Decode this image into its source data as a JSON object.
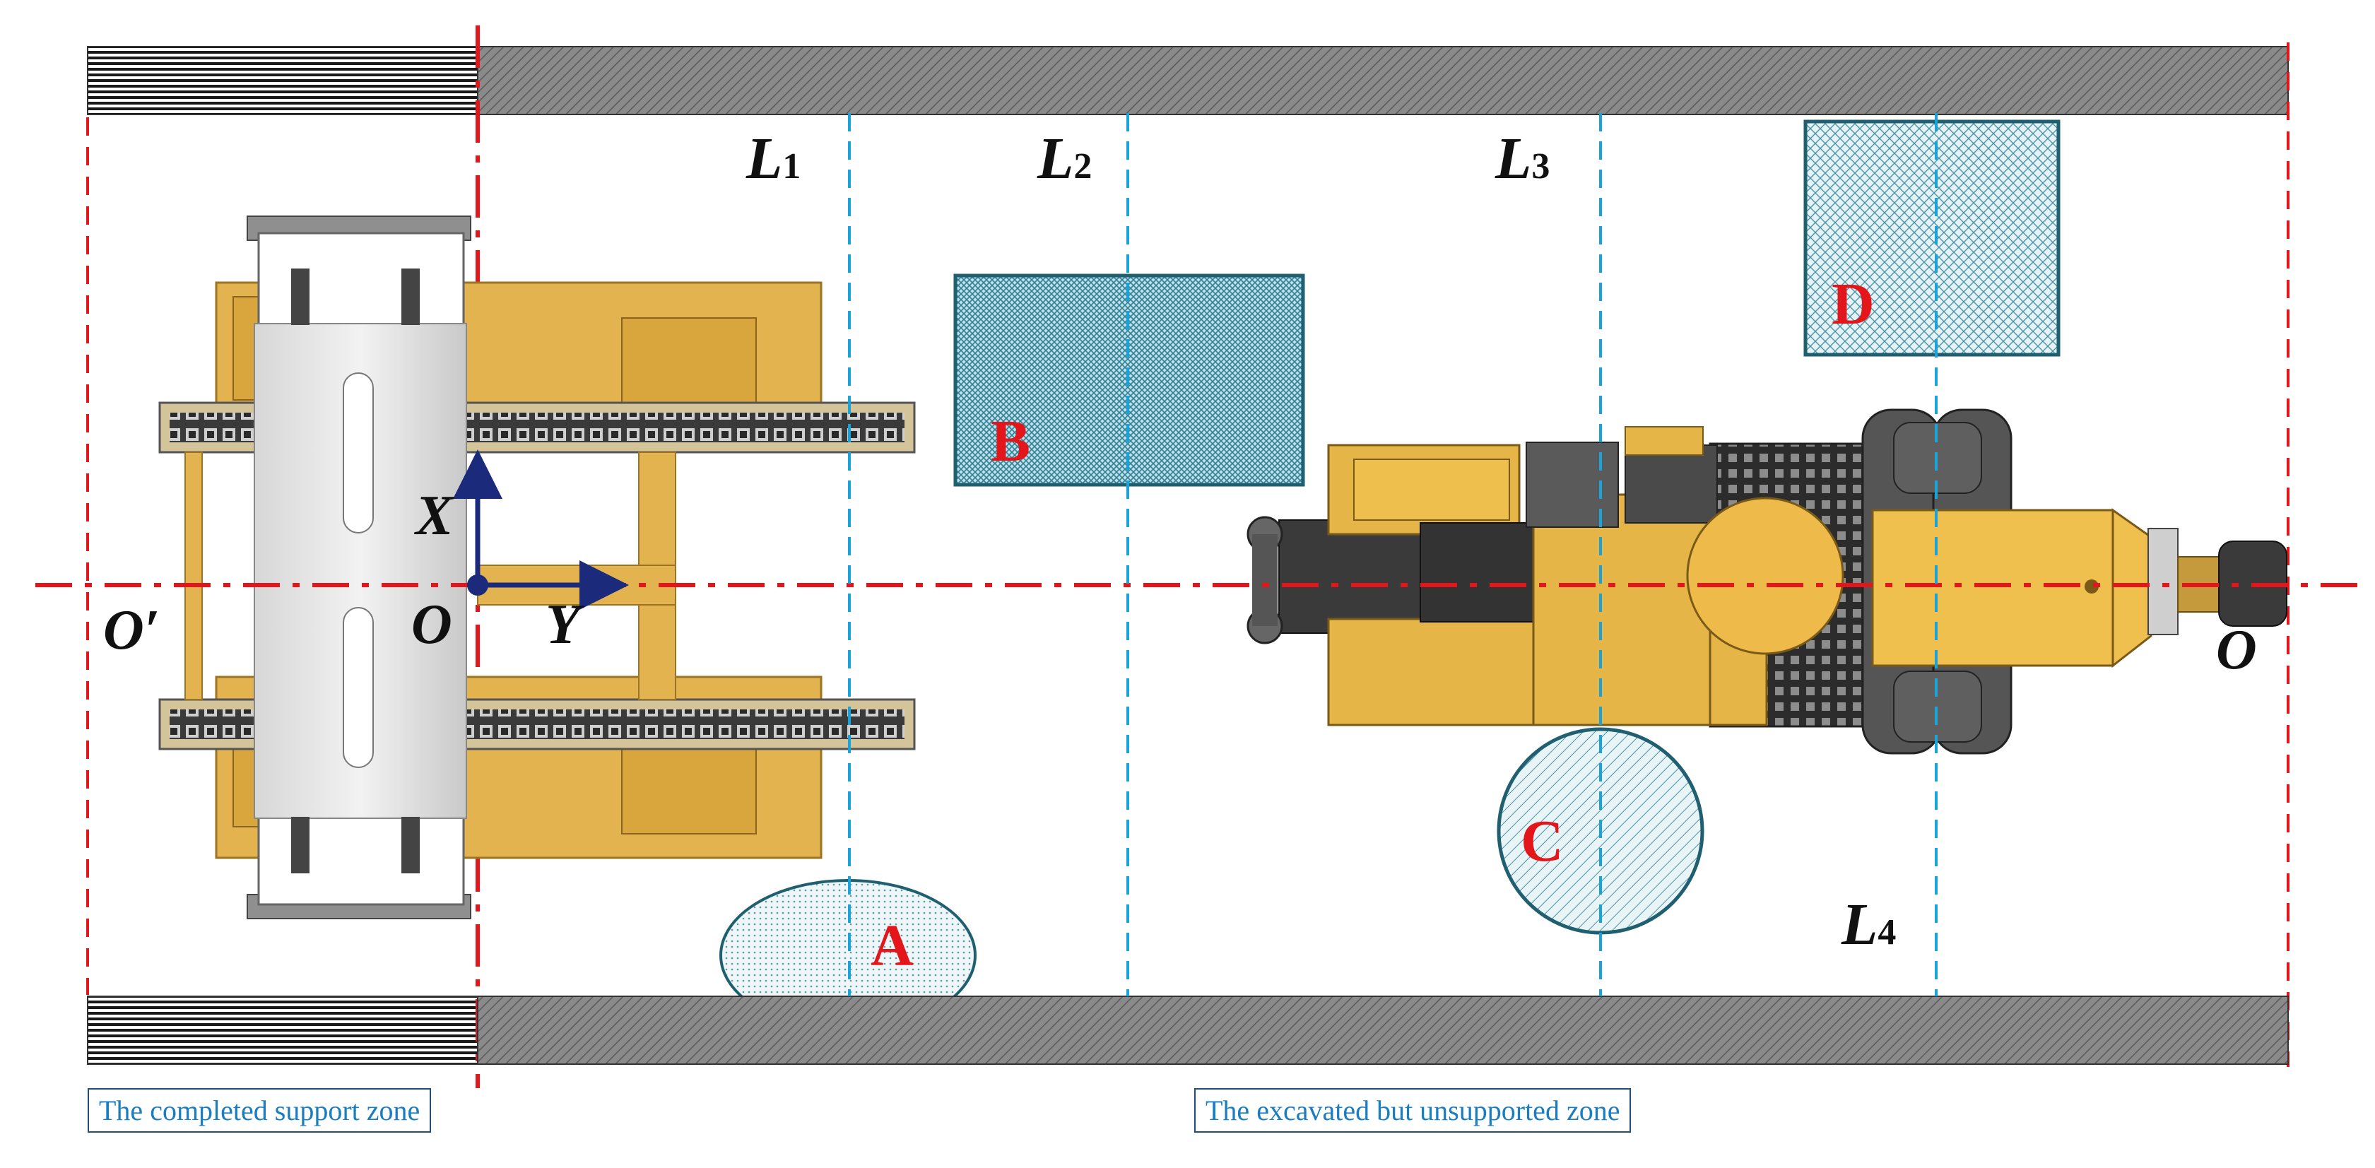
{
  "diagram": {
    "line_labels": [
      {
        "main": "L",
        "sub": "1"
      },
      {
        "main": "L",
        "sub": "2"
      },
      {
        "main": "L",
        "sub": "3"
      },
      {
        "main": "L",
        "sub": "4"
      }
    ],
    "obstacle_labels": [
      "A",
      "B",
      "C",
      "D"
    ],
    "axis_labels": {
      "x": "X",
      "y": "Y",
      "origin": "O",
      "origin_prime": "O′",
      "origin_right": "O"
    },
    "zones": {
      "support": "The completed support zone",
      "unsupported": "The excavated but unsupported zone"
    },
    "colors": {
      "centerline": "#e3161b",
      "guide_lines": "#1aa3d9",
      "axis": "#1b2a7a",
      "obstacle_text": "#e3161b",
      "obstacle_fill": "#3f8fa3",
      "machine_yellow": "#e8b84a",
      "wall": "#7a7a7a"
    }
  }
}
